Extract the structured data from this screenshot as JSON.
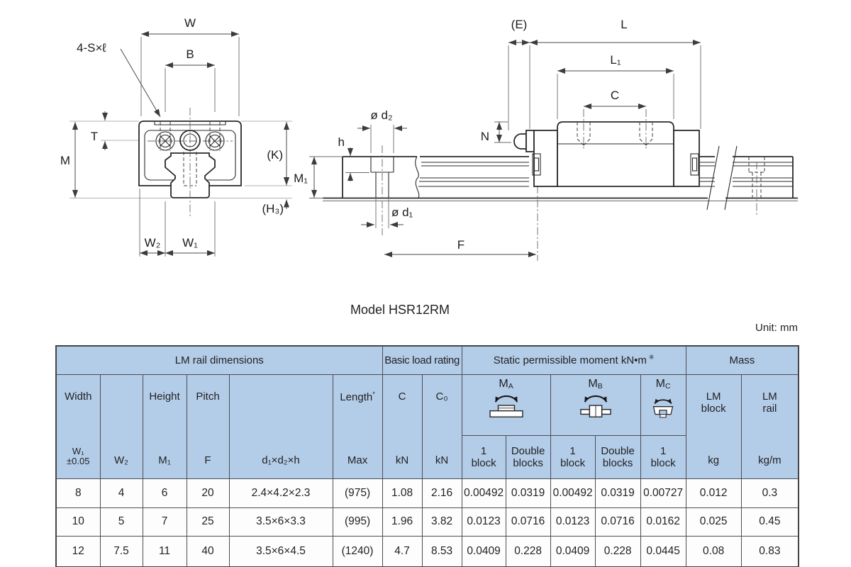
{
  "page": {
    "title": "Model HSR12RM",
    "unit": "Unit: mm"
  },
  "front_view": {
    "labels": {
      "w": "W",
      "b": "B",
      "screws": "4-S×ℓ",
      "t": "T",
      "m": "M",
      "k": "(K)",
      "h3": "(H₃)",
      "w2": "W₂",
      "w1": "W₁"
    }
  },
  "side_view": {
    "labels": {
      "e": "(E)",
      "l": "L",
      "l1": "L₁",
      "c": "C",
      "n": "N",
      "d2": "ø d₂",
      "h": "h",
      "m1": "M₁",
      "d1": "ø d₁",
      "f": "F"
    }
  },
  "table": {
    "groups": {
      "rail": "LM rail dimensions",
      "load": "Basic load rating",
      "moment": "Static permissible moment kN•m",
      "moment_note": "※",
      "mass": "Mass"
    },
    "cols": {
      "width_top": "Width",
      "width_bottom": "W₁\n±0.05",
      "w2": "W₂",
      "height_top": "Height",
      "height_bottom": "M₁",
      "pitch_top": "Pitch",
      "pitch_bottom": "F",
      "dxdxh": "d₁×d₂×h",
      "length_top": "Length",
      "length_note": "*",
      "length_bottom": "Max",
      "c_top": "C",
      "c_bottom": "kN",
      "c0_top": "C₀",
      "c0_bottom": "kN",
      "lm_block_top": "LM\nblock",
      "lm_block_bottom": "kg",
      "lm_rail_top": "LM\nrail",
      "lm_rail_bottom": "kg/m"
    },
    "moments": [
      {
        "m": "M",
        "sub": "A"
      },
      {
        "m": "M",
        "sub": "B"
      },
      {
        "m": "M",
        "sub": "C"
      }
    ],
    "moment_subcols": [
      "1\nblock",
      "Double\nblocks",
      "1\nblock",
      "Double\nblocks",
      "1\nblock"
    ],
    "rows": [
      [
        "8",
        "4",
        "6",
        "20",
        "2.4×4.2×2.3",
        "(975)",
        "1.08",
        "2.16",
        "0.00492",
        "0.0319",
        "0.00492",
        "0.0319",
        "0.00727",
        "0.012",
        "0.3"
      ],
      [
        "10",
        "5",
        "7",
        "25",
        "3.5×6×3.3",
        "(995)",
        "1.96",
        "3.82",
        "0.0123",
        "0.0716",
        "0.0123",
        "0.0716",
        "0.0162",
        "0.025",
        "0.45"
      ],
      [
        "12",
        "7.5",
        "11",
        "40",
        "3.5×6×4.5",
        "(1240)",
        "4.7",
        "8.53",
        "0.0409",
        "0.228",
        "0.0409",
        "0.228",
        "0.0445",
        "0.08",
        "0.83"
      ]
    ]
  }
}
